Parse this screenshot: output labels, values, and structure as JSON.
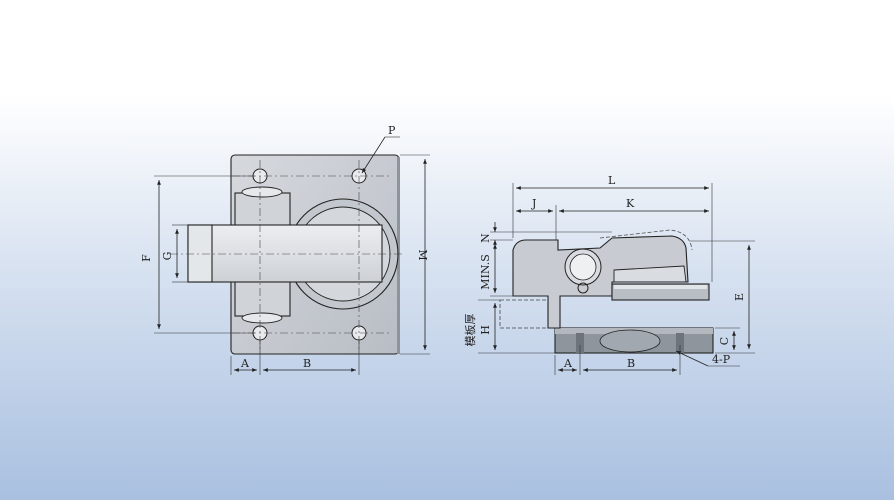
{
  "colors": {
    "plate": "#c9cdd3",
    "plate_dark": "#9ea4ac",
    "lever": "#dfe2e6",
    "outline": "#222222"
  },
  "left_view": {
    "label_P": "P",
    "label_A": "A",
    "label_B": "B",
    "label_F": "F",
    "label_G": "G",
    "label_M": "M"
  },
  "right_view": {
    "label_L": "L",
    "label_J": "J",
    "label_K": "K",
    "label_N": "N",
    "label_MINS": "MIN.S",
    "label_plate": "模板厚",
    "label_H": "H",
    "label_E": "E",
    "label_C": "C",
    "label_A": "A",
    "label_B": "B",
    "label_4P": "4-P"
  }
}
